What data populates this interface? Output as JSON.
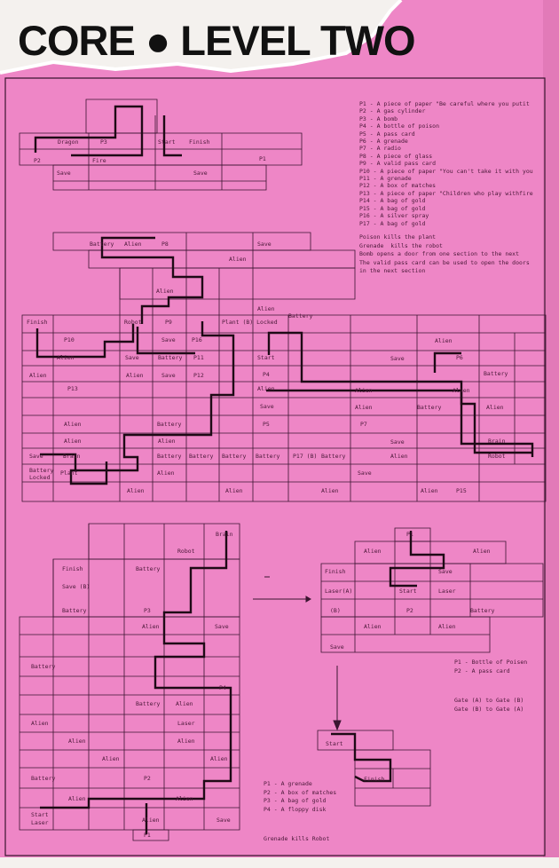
{
  "title": "CORE ● LEVEL TWO",
  "colors": {
    "page": "#ee86c6",
    "ink": "#2a1020",
    "paper": "#f4f1ee"
  },
  "map1": {
    "labels": [
      "Dragon",
      "P3",
      "Start",
      "Finish",
      "P2",
      "Fire",
      "P1",
      "Save",
      "Save"
    ]
  },
  "map2": {
    "labels": [
      "Battery",
      "Alien",
      "P8",
      "Save",
      "Alien",
      "Alien",
      "Alien",
      "Finish",
      "Robot",
      "P9",
      "Plant (B)  Locked",
      "Battery",
      "P10",
      "Save",
      "P16",
      "Alien",
      "Save",
      "Battery",
      "P11",
      "Start",
      "Alien",
      "Alien",
      "Save",
      "P12",
      "P4",
      "P13",
      "Alien",
      "Save",
      "Alien",
      "Battery",
      "P5",
      "Alien",
      "Alien",
      "Save",
      "Brain",
      "Battery",
      "Battery",
      "Battery",
      "Battery",
      "Battery",
      "Locked",
      "Plant",
      "Alien",
      "Alien",
      "Alien",
      "P17 (B)",
      "Battery",
      "Alien",
      "Alien",
      "P7",
      "Save",
      "Save",
      "Alien",
      "Alien",
      "P15",
      "Alien",
      "Save",
      "P6",
      "Battery",
      "Alien",
      "Battery",
      "Alien",
      "Brain",
      "Alien",
      "Robot"
    ]
  },
  "map3": {
    "labels": [
      "Brain",
      "Robot",
      "Finish",
      "Battery",
      "Save (B)",
      "Battery",
      "P3",
      "Alien",
      "Save",
      "Battery",
      "Battery",
      "Alien",
      "P4",
      "Alien",
      "Laser",
      "Alien",
      "Alien",
      "Alien",
      "Alien",
      "Battery",
      "P2",
      "Alien",
      "Alien",
      "Start",
      "Laser",
      "Alien",
      "Save",
      "P1"
    ]
  },
  "map4": {
    "labels": [
      "P1",
      "Alien",
      "Alien",
      "Finish",
      "Save",
      "Laser(A)",
      "Start",
      "Laser",
      "(B)",
      "P2",
      "Battery",
      "Alien",
      "Alien",
      "Save"
    ]
  },
  "map5": {
    "labels": [
      "Start",
      "Finish"
    ]
  },
  "legends": {
    "level_items": [
      "P1 - A piece of paper \"Be careful where you putit",
      "P2 - A gas cylinder",
      "P3 - A bomb",
      "P4 - A bottle of poison",
      "P5 - A pass card",
      "P6 - A grenade",
      "P7 - A radio",
      "P8 - A piece of glass",
      "P9 - A valid pass card",
      "P10 - A piece of paper \"You can't take it with you",
      "P11 - A grenade",
      "P12 - A box of matches",
      "P13 - A piece of paper \"Children who play withfire",
      "P14 - A bag of gold",
      "P15 - A bag of gold",
      "P16 - A silver spray",
      "P17 - A bag of gold"
    ],
    "level_notes": [
      "Poison kills the plant",
      "Grenade  kills the robot",
      "Bomb opens a door from one section to the next",
      "The valid pass card can be used to open the doors",
      "in the next section"
    ],
    "section_right": [
      "P1 - Bottle of Poisen",
      "P2 - A pass card"
    ],
    "gates": [
      "Gate (A) to Gate (B)",
      "Gate (B) to Gate (A)"
    ],
    "section_left": [
      "P1 - A grenade",
      "P2 - A box of matches",
      "P3 - A bag of gold",
      "P4 - A floppy disk"
    ],
    "section_note": "Grenade kills Robot"
  }
}
